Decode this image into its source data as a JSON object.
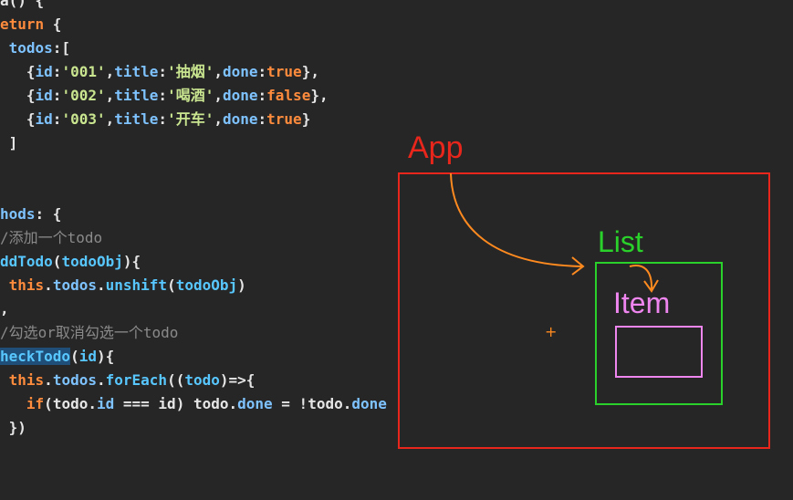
{
  "code_lines": [
    [
      {
        "t": "a() {",
        "c": "plain"
      }
    ],
    [
      {
        "t": "eturn",
        "c": "kw"
      },
      {
        "t": " {",
        "c": "plain"
      }
    ],
    [
      {
        "t": " todos",
        "c": "prop"
      },
      {
        "t": ":[",
        "c": "plain"
      }
    ],
    [
      {
        "t": "   {",
        "c": "plain"
      },
      {
        "t": "id",
        "c": "prop"
      },
      {
        "t": ":",
        "c": "plain"
      },
      {
        "t": "'001'",
        "c": "str"
      },
      {
        "t": ",",
        "c": "plain"
      },
      {
        "t": "title",
        "c": "prop"
      },
      {
        "t": ":",
        "c": "plain"
      },
      {
        "t": "'抽烟'",
        "c": "str"
      },
      {
        "t": ",",
        "c": "plain"
      },
      {
        "t": "done",
        "c": "prop"
      },
      {
        "t": ":",
        "c": "plain"
      },
      {
        "t": "true",
        "c": "kw"
      },
      {
        "t": "},",
        "c": "plain"
      }
    ],
    [
      {
        "t": "   {",
        "c": "plain"
      },
      {
        "t": "id",
        "c": "prop"
      },
      {
        "t": ":",
        "c": "plain"
      },
      {
        "t": "'002'",
        "c": "str"
      },
      {
        "t": ",",
        "c": "plain"
      },
      {
        "t": "title",
        "c": "prop"
      },
      {
        "t": ":",
        "c": "plain"
      },
      {
        "t": "'喝酒'",
        "c": "str"
      },
      {
        "t": ",",
        "c": "plain"
      },
      {
        "t": "done",
        "c": "prop"
      },
      {
        "t": ":",
        "c": "plain"
      },
      {
        "t": "false",
        "c": "kw"
      },
      {
        "t": "},",
        "c": "plain"
      }
    ],
    [
      {
        "t": "   {",
        "c": "plain"
      },
      {
        "t": "id",
        "c": "prop"
      },
      {
        "t": ":",
        "c": "plain"
      },
      {
        "t": "'003'",
        "c": "str"
      },
      {
        "t": ",",
        "c": "plain"
      },
      {
        "t": "title",
        "c": "prop"
      },
      {
        "t": ":",
        "c": "plain"
      },
      {
        "t": "'开车'",
        "c": "str"
      },
      {
        "t": ",",
        "c": "plain"
      },
      {
        "t": "done",
        "c": "prop"
      },
      {
        "t": ":",
        "c": "plain"
      },
      {
        "t": "true",
        "c": "kw"
      },
      {
        "t": "}",
        "c": "plain"
      }
    ],
    [
      {
        "t": " ]",
        "c": "plain"
      }
    ],
    [],
    [],
    [
      {
        "t": "hods",
        "c": "prop"
      },
      {
        "t": ": {",
        "c": "plain"
      }
    ],
    [
      {
        "t": "/添加一个todo",
        "c": "com"
      }
    ],
    [
      {
        "t": "ddTodo",
        "c": "fn"
      },
      {
        "t": "(",
        "c": "plain"
      },
      {
        "t": "todoObj",
        "c": "fn"
      },
      {
        "t": "){",
        "c": "plain"
      }
    ],
    [
      {
        "t": " this",
        "c": "kw"
      },
      {
        "t": ".",
        "c": "plain"
      },
      {
        "t": "todos",
        "c": "prop"
      },
      {
        "t": ".",
        "c": "plain"
      },
      {
        "t": "unshift",
        "c": "fn"
      },
      {
        "t": "(",
        "c": "plain"
      },
      {
        "t": "todoObj",
        "c": "fn"
      },
      {
        "t": ")",
        "c": "plain"
      }
    ],
    [
      {
        "t": ",",
        "c": "plain"
      }
    ],
    [
      {
        "t": "/勾选or取消勾选一个todo",
        "c": "com"
      }
    ],
    [
      {
        "t": "heckTodo",
        "c": "sel"
      },
      {
        "t": "(",
        "c": "plain"
      },
      {
        "t": "id",
        "c": "fn"
      },
      {
        "t": "){",
        "c": "plain"
      }
    ],
    [
      {
        "t": " this",
        "c": "kw"
      },
      {
        "t": ".",
        "c": "plain"
      },
      {
        "t": "todos",
        "c": "prop"
      },
      {
        "t": ".",
        "c": "plain"
      },
      {
        "t": "forEach",
        "c": "fn"
      },
      {
        "t": "((",
        "c": "plain"
      },
      {
        "t": "todo",
        "c": "fn"
      },
      {
        "t": ")=>{",
        "c": "plain"
      }
    ],
    [
      {
        "t": "   if",
        "c": "kw"
      },
      {
        "t": "(",
        "c": "plain"
      },
      {
        "t": "todo",
        "c": "plain"
      },
      {
        "t": ".",
        "c": "plain"
      },
      {
        "t": "id",
        "c": "prop"
      },
      {
        "t": " === ",
        "c": "plain"
      },
      {
        "t": "id",
        "c": "plain"
      },
      {
        "t": ") ",
        "c": "plain"
      },
      {
        "t": "todo",
        "c": "plain"
      },
      {
        "t": ".",
        "c": "plain"
      },
      {
        "t": "done",
        "c": "prop"
      },
      {
        "t": " = !",
        "c": "plain"
      },
      {
        "t": "todo",
        "c": "plain"
      },
      {
        "t": ".",
        "c": "plain"
      },
      {
        "t": "done",
        "c": "prop"
      }
    ],
    [
      {
        "t": " })",
        "c": "plain"
      }
    ]
  ],
  "annotations": {
    "app_label": "App",
    "list_label": "List",
    "item_label": "Item",
    "colors": {
      "app": "#e8261c",
      "list": "#2bd12b",
      "item": "#ef86ef",
      "arrow": "#ff8a1f"
    }
  },
  "cursor_glyph": "+"
}
